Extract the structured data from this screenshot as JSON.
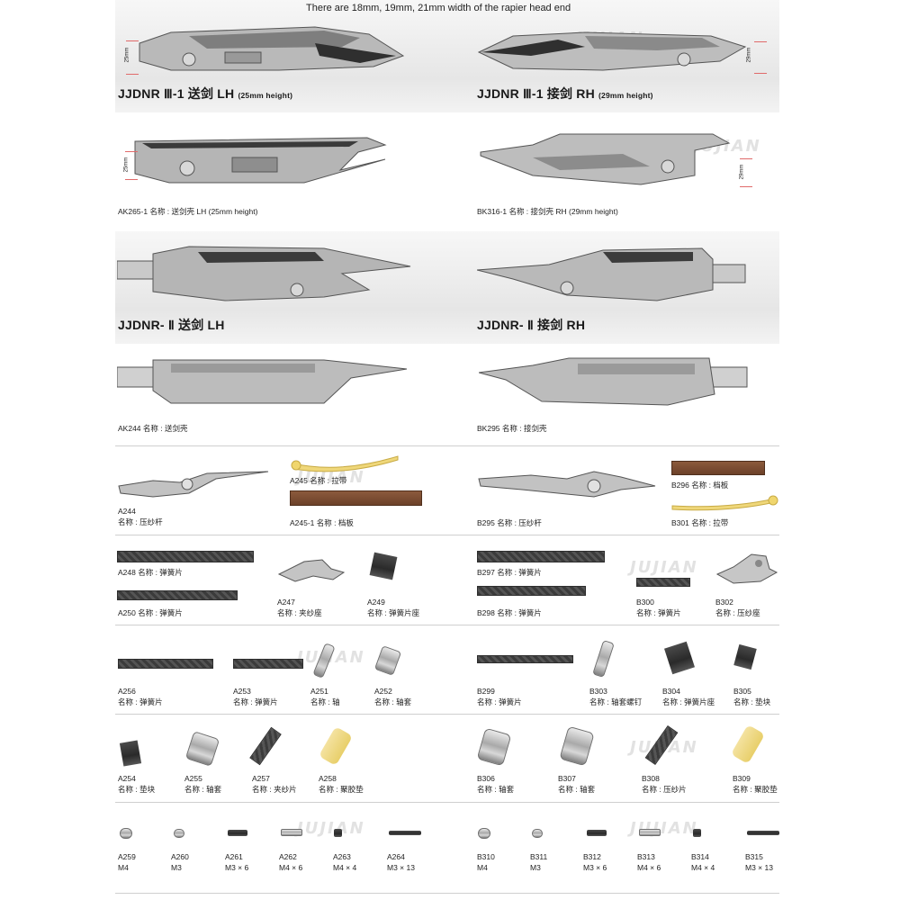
{
  "header_note": "There are 18mm, 19mm, 21mm width of the rapier head end",
  "watermark": "JUJIAN",
  "section1": {
    "left_title": "JJDNR Ⅲ-1 送剑 LH",
    "left_note": "(25mm height)",
    "left_dim": "25mm",
    "right_title": "JJDNR Ⅲ-1 接剑 RH",
    "right_note": "(29mm height)",
    "right_dim": "29mm",
    "left_caption": "AK265-1 名称 : 送剑壳 LH (25mm height)",
    "right_caption": "BK316-1 名称 : 接剑壳 RH (29mm height)"
  },
  "section2": {
    "left_title": "JJDNR- Ⅱ 送剑 LH",
    "right_title": "JJDNR- Ⅱ 接剑 RH",
    "left_caption": "AK244 名称 : 送剑壳",
    "right_caption": "BK295 名称 : 接剑壳"
  },
  "parts": {
    "a244": {
      "code": "A244",
      "name": "名称 : 压纱杆"
    },
    "a245": "A245 名称 : 拉带",
    "a245_1": "A245-1 名称 : 档板",
    "b295": "B295 名称 : 压纱杆",
    "b296": "B296 名称 : 档板",
    "b301": "B301 名称 : 拉带",
    "a248": "A248 名称 : 弹簧片",
    "a250": "A250 名称 : 弹簧片",
    "a247": {
      "code": "A247",
      "name": "名称 : 夹纱座"
    },
    "a249": {
      "code": "A249",
      "name": "名称 : 弹簧片座"
    },
    "b297": "B297 名称 : 弹簧片",
    "b298": "B298 名称 : 弹簧片",
    "b300": {
      "code": "B300",
      "name": "名称 : 弹簧片"
    },
    "b302": {
      "code": "B302",
      "name": "名称 : 压纱座"
    },
    "a256": {
      "code": "A256",
      "name": "名称 : 弹簧片"
    },
    "a253": {
      "code": "A253",
      "name": "名称 : 弹簧片"
    },
    "a251": {
      "code": "A251",
      "name": "名称 : 轴"
    },
    "a252": {
      "code": "A252",
      "name": "名称 : 轴套"
    },
    "b299": {
      "code": "B299",
      "name": "名称 : 弹簧片"
    },
    "b303": {
      "code": "B303",
      "name": "名称 : 轴套螺钉"
    },
    "b304": {
      "code": "B304",
      "name": "名称 : 弹簧片座"
    },
    "b305": {
      "code": "B305",
      "name": "名称 : 垫块"
    },
    "a254": {
      "code": "A254",
      "name": "名称 : 垫块"
    },
    "a255": {
      "code": "A255",
      "name": "名称 : 轴套"
    },
    "a257": {
      "code": "A257",
      "name": "名称 : 夹纱片"
    },
    "a258": {
      "code": "A258",
      "name": "名称 : 聚胶垫"
    },
    "b306": {
      "code": "B306",
      "name": "名称 : 轴套"
    },
    "b307": {
      "code": "B307",
      "name": "名称 : 轴套"
    },
    "b308": {
      "code": "B308",
      "name": "名称 : 压纱片"
    },
    "b309": {
      "code": "B309",
      "name": "名称 : 聚胶垫"
    },
    "a259": {
      "code": "A259",
      "name": "M4"
    },
    "a260": {
      "code": "A260",
      "name": "M3"
    },
    "a261": {
      "code": "A261",
      "name": "M3 × 6"
    },
    "a262": {
      "code": "A262",
      "name": "M4 × 6"
    },
    "a263": {
      "code": "A263",
      "name": "M4 × 4"
    },
    "a264": {
      "code": "A264",
      "name": "M3 × 13"
    },
    "b310": {
      "code": "B310",
      "name": "M4"
    },
    "b311": {
      "code": "B311",
      "name": "M3"
    },
    "b312": {
      "code": "B312",
      "name": "M3 × 6"
    },
    "b313": {
      "code": "B313",
      "name": "M4 × 6"
    },
    "b314": {
      "code": "B314",
      "name": "M4 × 4"
    },
    "b315": {
      "code": "B315",
      "name": "M3 × 13"
    }
  }
}
